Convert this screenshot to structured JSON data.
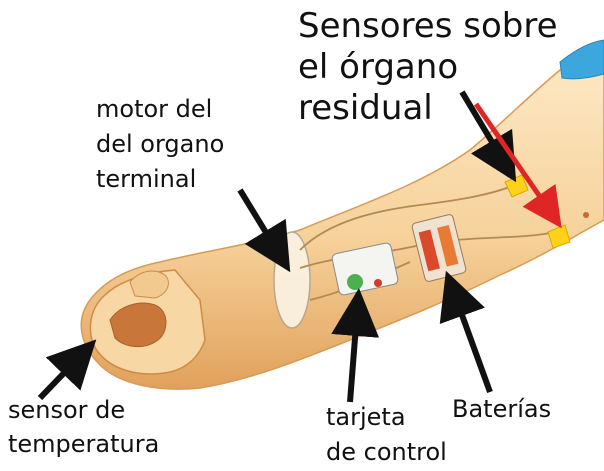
{
  "labels": {
    "sensors_line1": "Sensores sobre",
    "sensors_line2": "el órgano",
    "sensors_line3": "residual",
    "motor_line1": "motor del",
    "motor_line2": "del organo",
    "motor_line3": "terminal",
    "temp_line1": "sensor de",
    "temp_line2": "temperatura",
    "board_line1": "tarjeta",
    "board_line2": "de control",
    "batteries": "Baterías"
  },
  "colors": {
    "skin": "#f6d8a6",
    "skin_shadow": "#e3a563",
    "arrow_black": "#111111",
    "arrow_red": "#e02525",
    "sensor_yellow": "#ffd21a",
    "cap_blue": "#3ba7dc"
  }
}
